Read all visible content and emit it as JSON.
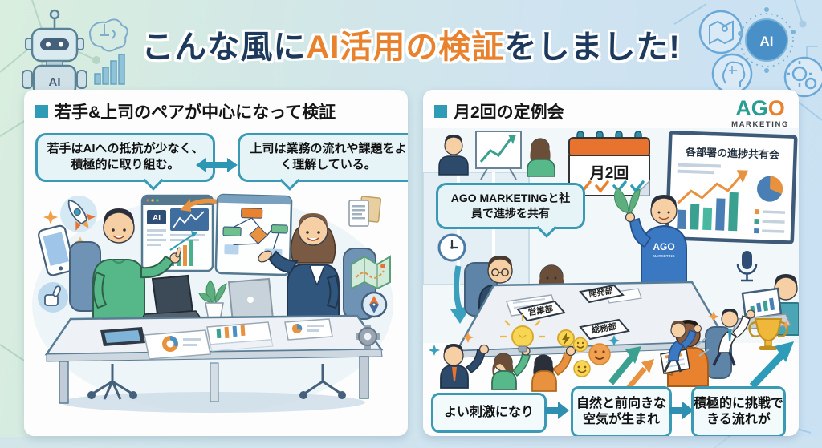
{
  "title": {
    "prefix": "こんな風に",
    "highlight": "AI活用の検証",
    "suffix": "をしました!"
  },
  "background": {
    "robot_chest_label": "AI",
    "ai_chip_label": "AI"
  },
  "left_panel": {
    "heading": "若手&上司のペアが中心になって検証",
    "bubble_young": "若手はAIへの抵抗が少なく、積極的に取り組む。",
    "bubble_boss": "上司は業務の流れや課題をよく理解している。",
    "screen_ai_label": "AI"
  },
  "right_panel": {
    "heading": "月2回の定例会",
    "logo": {
      "a": "A",
      "g": "G",
      "o": "O",
      "sub": "MARKETING"
    },
    "calendar_label": "月2回",
    "whiteboard_title": "各部署の進捗共有会",
    "bubble": "AGO MARKETINGと社員で進捗を共有",
    "shirt_label": "AGO",
    "shirt_sub": "MARKETING",
    "name_plates": [
      "営業部",
      "開発部",
      "総務部"
    ],
    "flow_steps": [
      "よい刺激になり",
      "自然と前向きな空気が生まれ",
      "積極的に挑戦できる流れが"
    ]
  },
  "accent_colors": {
    "navy": "#1d3a5c",
    "orange": "#e8822e",
    "teal": "#2e96b5"
  }
}
